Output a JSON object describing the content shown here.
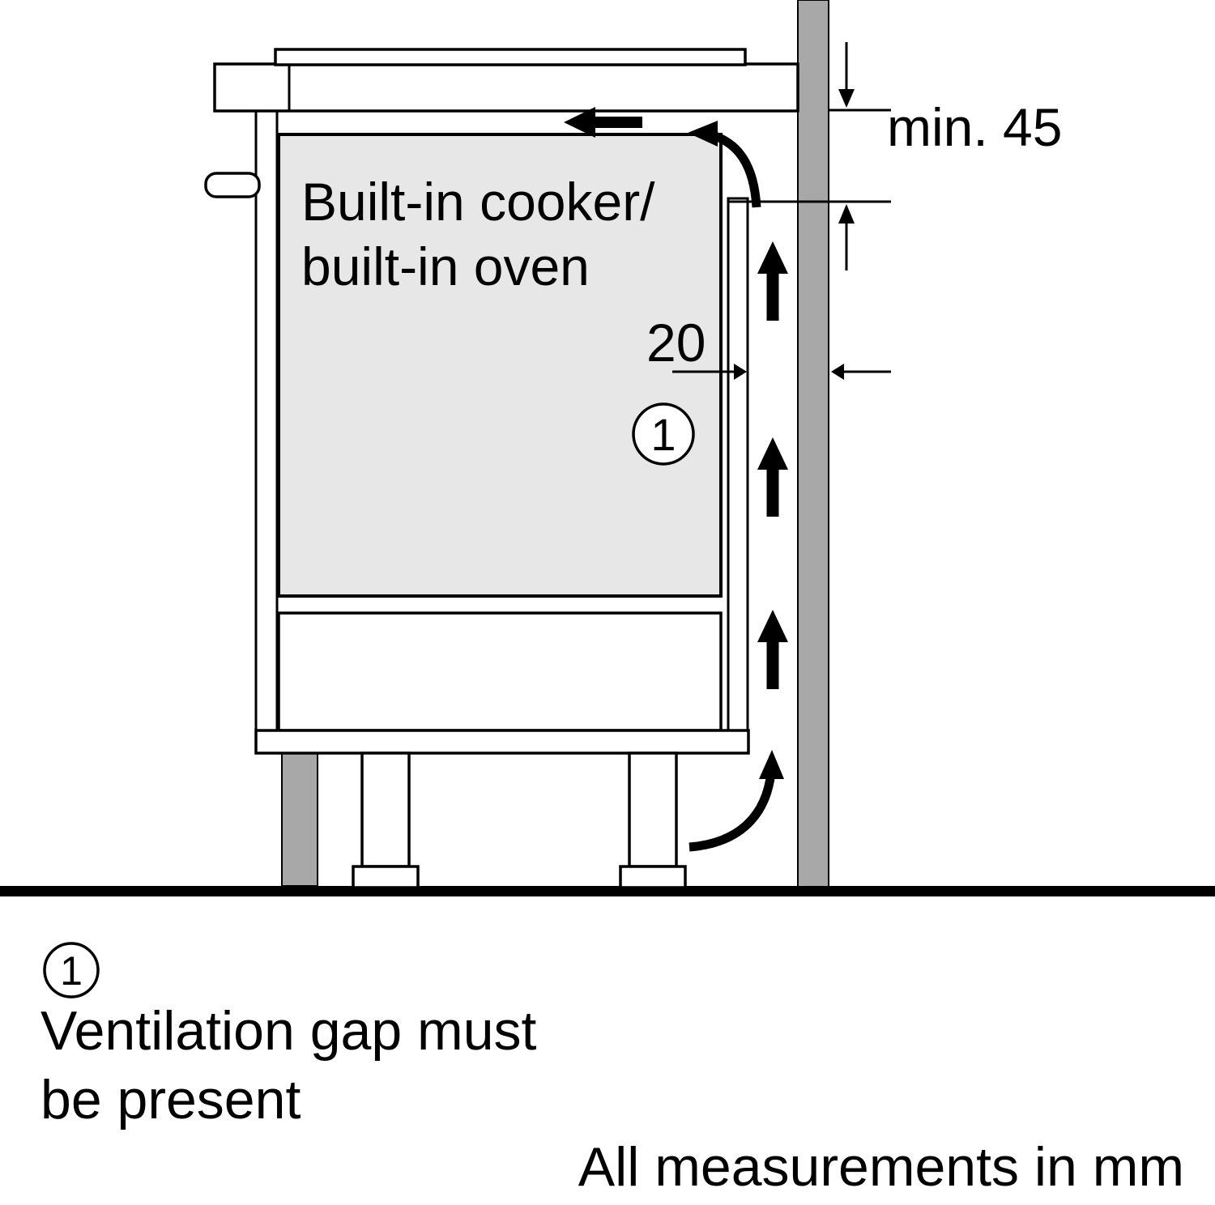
{
  "colors": {
    "background": "#ffffff",
    "line": "#000000",
    "wall_fill": "#a8a8a8",
    "appliance_fill": "#e7e7e7"
  },
  "diagram": {
    "appliance_label_line1": "Built-in cooker/",
    "appliance_label_line2": "built-in oven",
    "dimension_top_clearance": "min. 45",
    "dimension_rear_gap": "20",
    "callout_marker": "1"
  },
  "legend": {
    "callout_marker": "1",
    "note_line1": "Ventilation gap must",
    "note_line2": "be present",
    "units_note": "All measurements in mm"
  }
}
